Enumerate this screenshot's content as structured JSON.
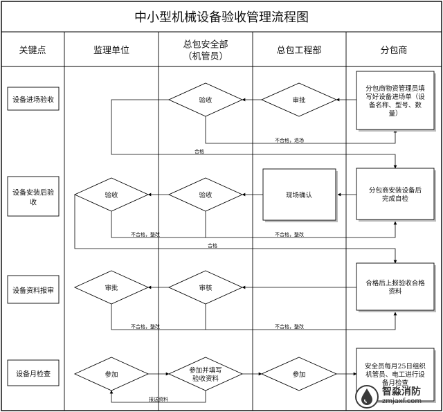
{
  "title": "中小型机械设备验收管理流程图",
  "lanes": [
    {
      "key": "key_points",
      "label": "关键点"
    },
    {
      "key": "supervisor",
      "label": "监理单位"
    },
    {
      "key": "safety",
      "label": "总包安全部\n（机管员）"
    },
    {
      "key": "engineering",
      "label": "总包工程部"
    },
    {
      "key": "subcontractor",
      "label": "分包商"
    }
  ],
  "key_points": [
    "设备进场验收",
    "设备安装后验\n收",
    "设备资料报审",
    "设备月检查"
  ],
  "nodes": [
    {
      "id": "sub1",
      "type": "process",
      "lane": "subcontractor",
      "text": "分包商物资管理员填\n写好设备进场单（设\n备名称、型号、数\n量）"
    },
    {
      "id": "eng1",
      "type": "decision",
      "lane": "engineering",
      "text": "审批"
    },
    {
      "id": "saf1",
      "type": "decision",
      "lane": "safety",
      "text": "验收"
    },
    {
      "id": "sub2",
      "type": "process",
      "lane": "subcontractor",
      "text": "分包商安装设备后\n完成自检"
    },
    {
      "id": "eng2",
      "type": "process",
      "lane": "engineering",
      "text": "现场确认"
    },
    {
      "id": "saf2",
      "type": "decision",
      "lane": "safety",
      "text": "验收"
    },
    {
      "id": "sup2",
      "type": "decision",
      "lane": "supervisor",
      "text": "验收"
    },
    {
      "id": "sub3",
      "type": "process",
      "lane": "subcontractor",
      "text": "合格后上报验收合格\n资料"
    },
    {
      "id": "saf3",
      "type": "decision",
      "lane": "safety",
      "text": "审核"
    },
    {
      "id": "sup3",
      "type": "decision",
      "lane": "supervisor",
      "text": "审批"
    },
    {
      "id": "sup4",
      "type": "decision",
      "lane": "supervisor",
      "text": "参加"
    },
    {
      "id": "saf4",
      "type": "decision",
      "lane": "safety",
      "text": "参加并填写\n验收资料"
    },
    {
      "id": "eng4",
      "type": "decision",
      "lane": "engineering",
      "text": "参加"
    },
    {
      "id": "sub4",
      "type": "process",
      "lane": "subcontractor",
      "text": "安全员每月25日组织\n机管员、电工进行设\n备月检查"
    }
  ],
  "edges": [
    {
      "from": "sub1",
      "to": "eng1",
      "label": ""
    },
    {
      "from": "eng1",
      "to": "saf1",
      "label": ""
    },
    {
      "from": "saf1",
      "to": "sub1",
      "label": "不合格，退场"
    },
    {
      "from": "saf1",
      "to": "sub2",
      "label": "合格"
    },
    {
      "from": "sub2",
      "to": "eng2",
      "label": ""
    },
    {
      "from": "eng2",
      "to": "saf2",
      "label": ""
    },
    {
      "from": "saf2",
      "to": "sup2",
      "label": ""
    },
    {
      "from": "sup2",
      "to": "sub2",
      "label": "不合格，整改"
    },
    {
      "from": "saf2",
      "to": "sub2",
      "label": "不合格，整改"
    },
    {
      "from": "sup2",
      "to": "sub3",
      "label": "合格"
    },
    {
      "from": "sub3",
      "to": "saf3",
      "label": ""
    },
    {
      "from": "saf3",
      "to": "sup3",
      "label": ""
    },
    {
      "from": "sup3",
      "to": "sub3",
      "label": "不合格，整改"
    },
    {
      "from": "saf3",
      "to": "sub3",
      "label": "不合格，整改"
    },
    {
      "from": "sup4",
      "to": "saf4",
      "label": ""
    },
    {
      "from": "saf4",
      "to": "eng4",
      "label": ""
    },
    {
      "from": "eng4",
      "to": "sub4",
      "label": ""
    },
    {
      "from": "saf4",
      "to": "sup4",
      "label": "报送资料"
    }
  ],
  "watermark": {
    "name": "智淼消防",
    "url": "zmjaxf.com",
    "logo_icon": "water-drop-logo-icon",
    "color": "#3a3a3a"
  },
  "colors": {
    "line": "#000000",
    "shadow": "#bdbdbd",
    "background": "#ffffff"
  }
}
